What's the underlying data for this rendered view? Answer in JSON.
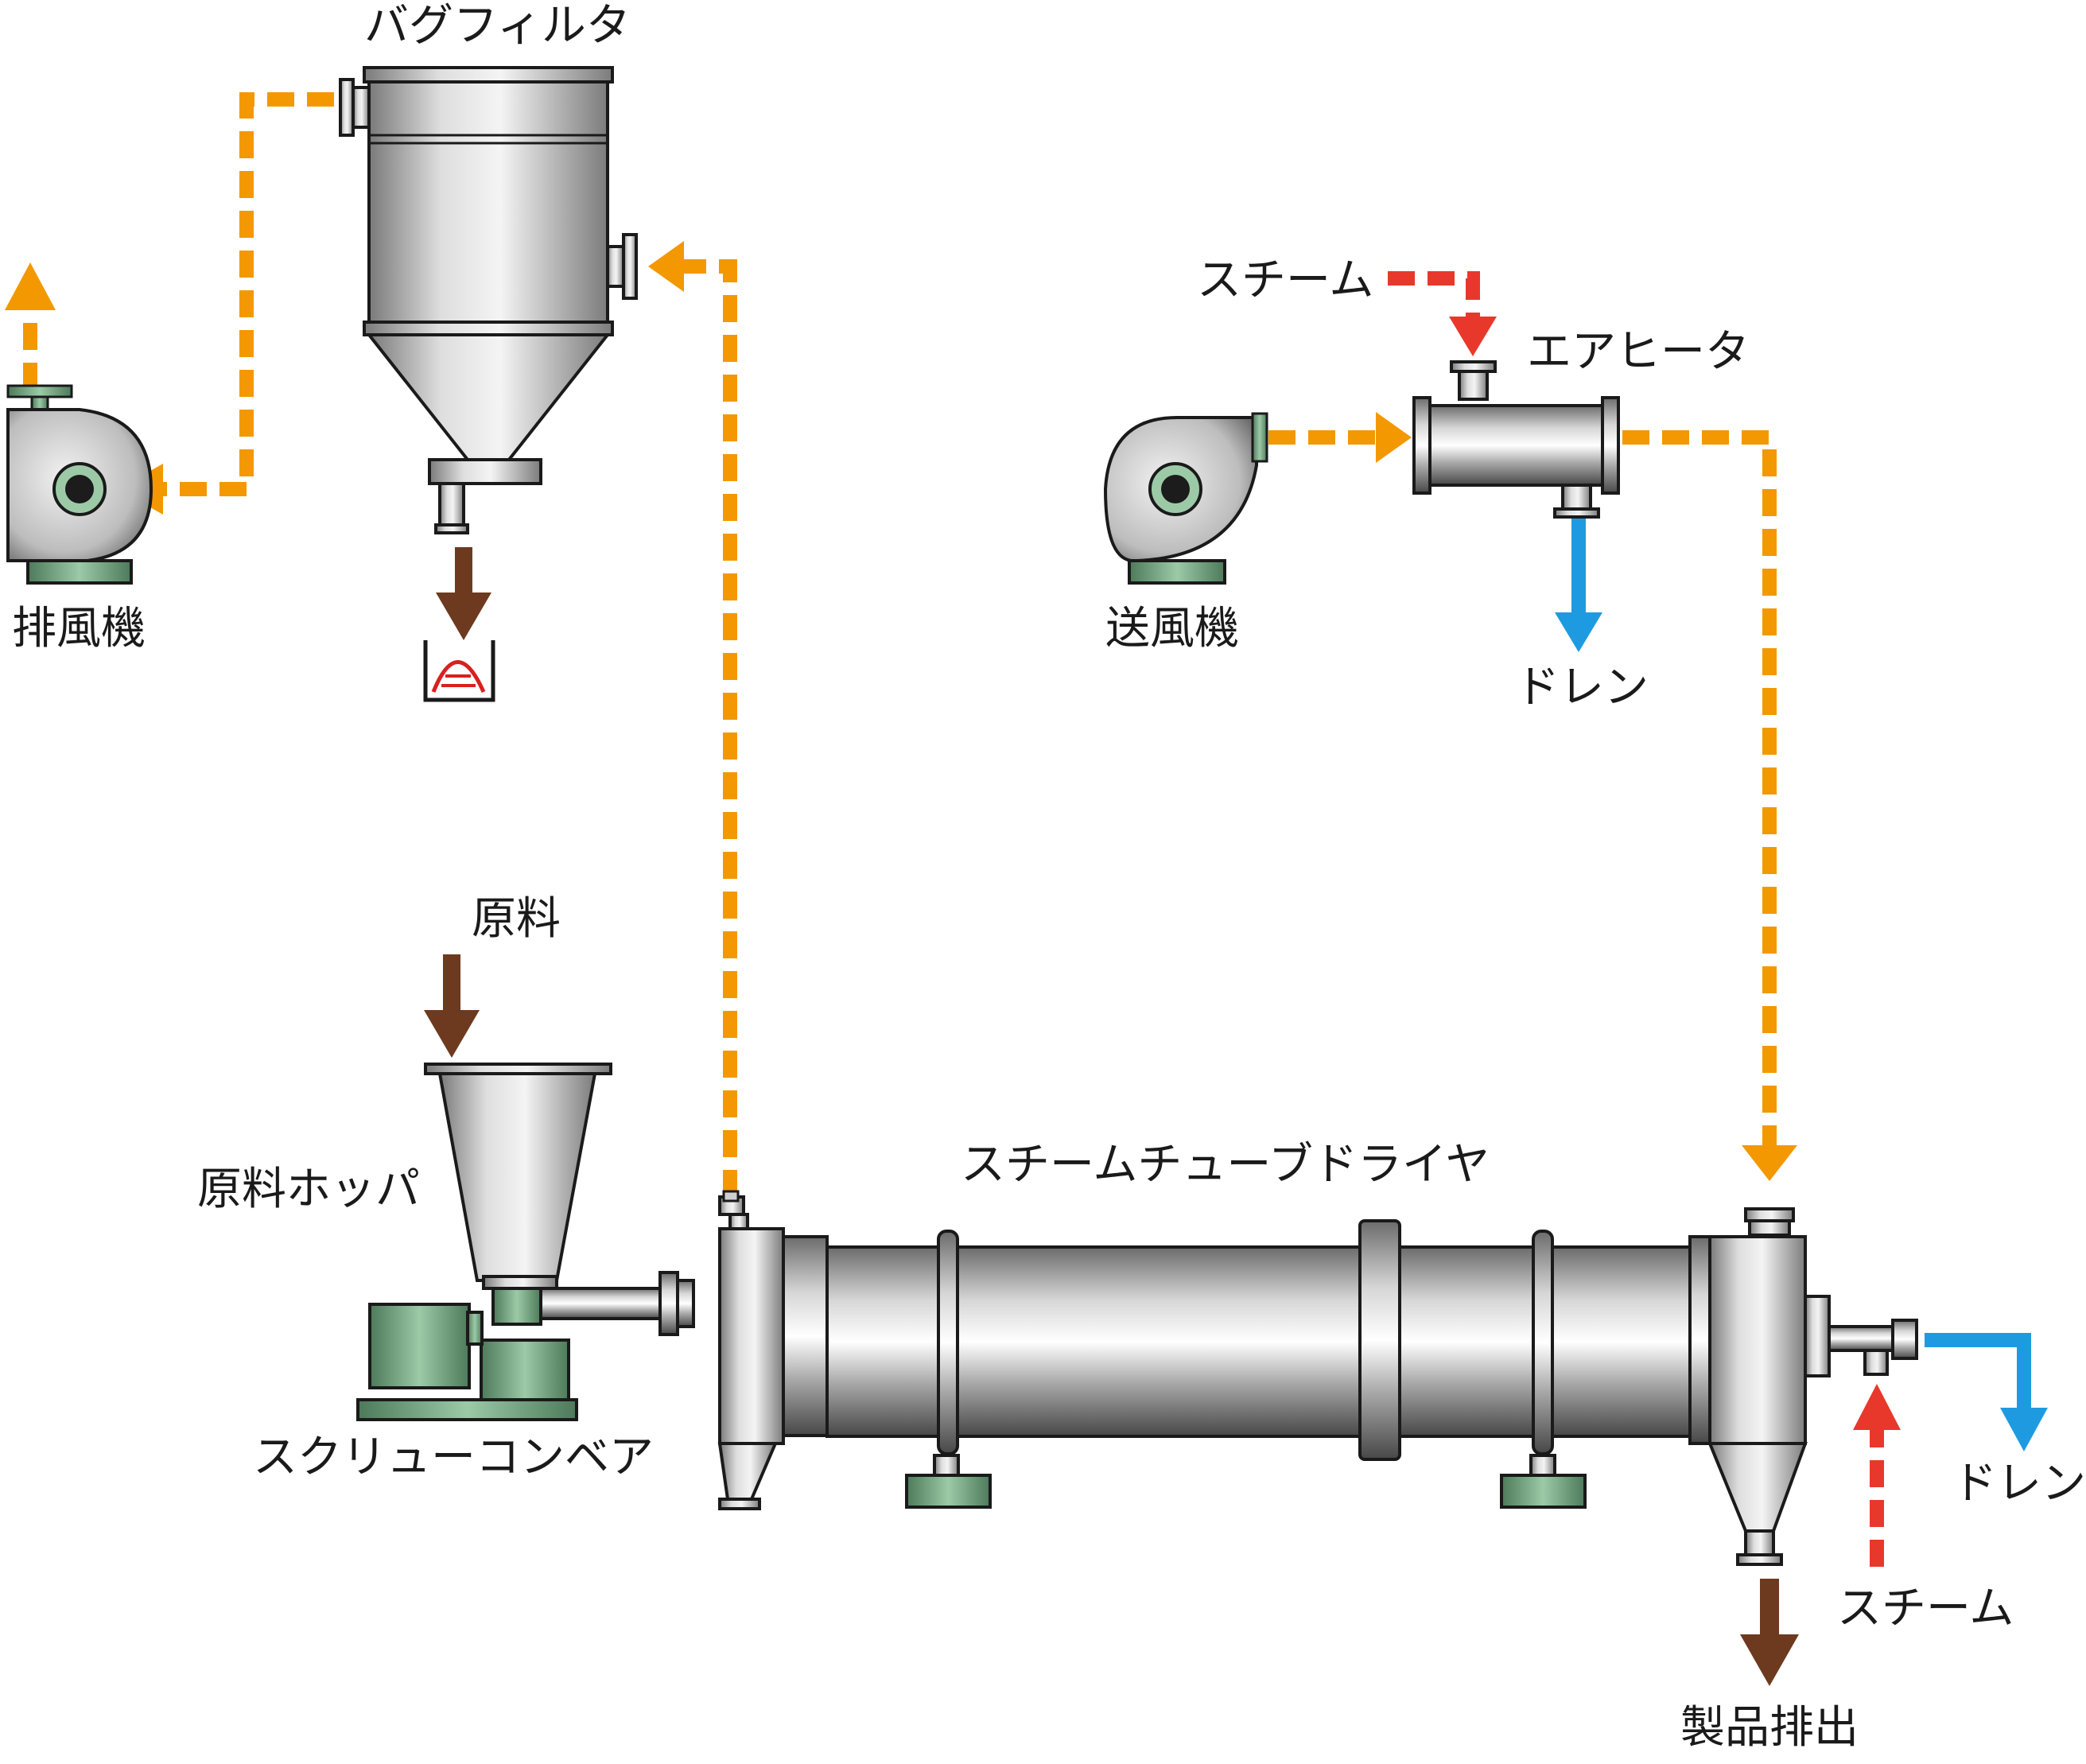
{
  "labels": {
    "bag_filter": "バグフィルタ",
    "exhaust_fan": "排風機",
    "blower": "送風機",
    "steam_top": "スチーム",
    "air_heater": "エアヒータ",
    "drain_top": "ドレン",
    "raw_material": "原料",
    "raw_hopper": "原料ホッパ",
    "dryer": "スチームチューブドライヤ",
    "screw_conveyor": "スクリューコンベア",
    "drain_right": "ドレン",
    "steam_bottom": "スチーム",
    "product_discharge": "製品排出"
  },
  "colors": {
    "air_flow": "#f39800",
    "steam_flow": "#e8382b",
    "drain_flow": "#1e9be0",
    "material_flow": "#6d3a1f",
    "steel_light": "#dcdcdc",
    "steel_dark": "#5a5a5a",
    "base_green": "#6fa67f",
    "bag_red": "#d9201e"
  },
  "icons": {
    "exhaust_fan": "centrifugal-fan-icon",
    "blower": "centrifugal-fan-icon",
    "collection_bag": "collection-bag-icon"
  }
}
